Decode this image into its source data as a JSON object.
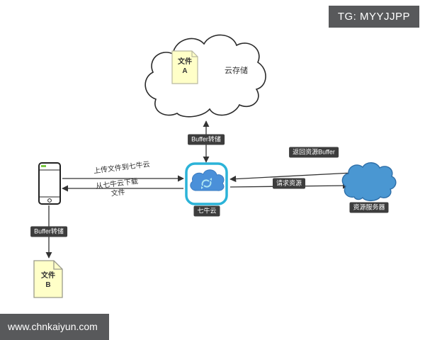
{
  "watermarks": {
    "tg": "TG: MYYJJPP",
    "site": "www.chnkaiyun.com"
  },
  "nodes": {
    "cloud_storage": {
      "label": "云存储"
    },
    "file_a": {
      "label": "文件A"
    },
    "file_b": {
      "label": "文件B"
    },
    "buffer_service": {
      "label": "七牛云"
    },
    "resource_server": {
      "label": "资源服务器"
    }
  },
  "edges": {
    "buffer_dump": "Buffer转储",
    "return_resource": "返回资源Buffer",
    "request_resource": "请求资源",
    "upload": "上传文件到七牛云",
    "download": "从七牛云下载文件"
  },
  "colors": {
    "accent_cyan": "#2bb3d8",
    "cloud_blue": "#4a97d2",
    "note_yellow": "#ffffc8",
    "badge_bg": "#3d3d3d",
    "watermark_bg": "#58595b"
  }
}
